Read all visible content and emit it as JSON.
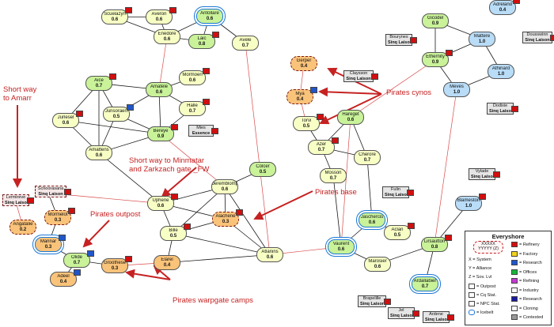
{
  "systems": [
    {
      "id": "scuelazyn",
      "name": "Scuelazyn",
      "sec": "0.6",
      "cls": "",
      "flag": "r"
    },
    {
      "id": "averon",
      "name": "Averon",
      "sec": "0.6",
      "cls": "",
      "flag": "r"
    },
    {
      "id": "antollare",
      "name": "Antollare",
      "sec": "0.6",
      "cls": "low icebelt",
      "flag": ""
    },
    {
      "id": "enedore",
      "name": "Enedore",
      "sec": "0.6",
      "cls": "",
      "flag": ""
    },
    {
      "id": "laic",
      "name": "Laic",
      "sec": "0.8",
      "cls": "low",
      "flag": "r"
    },
    {
      "id": "avele",
      "name": "Avele",
      "sec": "0.7",
      "cls": "",
      "flag": ""
    },
    {
      "id": "aice",
      "name": "Aice",
      "sec": "0.7",
      "cls": "low",
      "flag": "r"
    },
    {
      "id": "amatele",
      "name": "Amatele",
      "sec": "0.6",
      "cls": "low",
      "flag": ""
    },
    {
      "id": "mormoen",
      "name": "Mormoen",
      "sec": "0.6",
      "cls": "",
      "flag": "r"
    },
    {
      "id": "halle",
      "name": "Halle",
      "sec": "0.7",
      "cls": "",
      "flag": "r"
    },
    {
      "id": "junsoraert",
      "name": "Junsoraert",
      "sec": "0.5",
      "cls": "",
      "flag": "b"
    },
    {
      "id": "jurlesel",
      "name": "Jurlesel",
      "sec": "0.6",
      "cls": "",
      "flag": "r"
    },
    {
      "id": "bereye",
      "name": "Bereye",
      "sec": "0.9",
      "cls": "low",
      "flag": "r"
    },
    {
      "id": "amattens",
      "name": "Amattens",
      "sec": "0.6",
      "cls": "",
      "flag": ""
    },
    {
      "id": "colcer",
      "name": "Colcer",
      "sec": "0.5",
      "cls": "low",
      "flag": ""
    },
    {
      "id": "jeremblomp",
      "name": "Jeremblomp",
      "sec": "0.6",
      "cls": "",
      "flag": ""
    },
    {
      "id": "uphene",
      "name": "Uphene",
      "sec": "0.6",
      "cls": "",
      "flag": "r"
    },
    {
      "id": "alachene",
      "name": "Alachene",
      "sec": "0.3",
      "cls": "null dashed",
      "flag": "r"
    },
    {
      "id": "bille",
      "name": "Bille",
      "sec": "0.5",
      "cls": "",
      "flag": "r"
    },
    {
      "id": "elarel",
      "name": "Elarel",
      "sec": "0.4",
      "cls": "null",
      "flag": ""
    },
    {
      "id": "atlanins",
      "name": "Atlanins",
      "sec": "0.6",
      "cls": "",
      "flag": ""
    },
    {
      "id": "gerper",
      "name": "Gerper",
      "sec": "0.4",
      "cls": "null dashed",
      "flag": ""
    },
    {
      "id": "mya",
      "name": "Mya",
      "sec": "0.4",
      "cls": "null dashed",
      "flag": "b"
    },
    {
      "id": "torvi",
      "name": "Torvi",
      "sec": "0.5",
      "cls": "",
      "flag": "r"
    },
    {
      "id": "hareget",
      "name": "Hareget",
      "sec": "0.6",
      "cls": "low",
      "flag": ""
    },
    {
      "id": "azer",
      "name": "Azer",
      "sec": "0.7",
      "cls": "",
      "flag": "r"
    },
    {
      "id": "cherore",
      "name": "Cherore",
      "sec": "0.7",
      "cls": "",
      "flag": ""
    },
    {
      "id": "mosson",
      "name": "Mosson",
      "sec": "0.7",
      "cls": "",
      "flag": ""
    },
    {
      "id": "jaschercis",
      "name": "Jaschercis",
      "sec": "0.6",
      "cls": "low icebelt",
      "flag": ""
    },
    {
      "id": "aclan",
      "name": "Aclan",
      "sec": "0.5",
      "cls": "",
      "flag": "r"
    },
    {
      "id": "vaurent",
      "name": "Vaurent",
      "sec": "0.6",
      "cls": "low icebelt",
      "flag": ""
    },
    {
      "id": "marosier",
      "name": "Marosier",
      "sec": "0.6",
      "cls": "",
      "flag": ""
    },
    {
      "id": "gicodel",
      "name": "Gicodel",
      "sec": "0.9",
      "cls": "low",
      "flag": ""
    },
    {
      "id": "mattere",
      "name": "Mattere",
      "sec": "1.0",
      "cls": "high",
      "flag": ""
    },
    {
      "id": "ethernity",
      "name": "Ethernity",
      "sec": "0.9",
      "cls": "low",
      "flag": "r"
    },
    {
      "id": "athinard",
      "name": "Athinard",
      "sec": "1.0",
      "cls": "high",
      "flag": ""
    },
    {
      "id": "meves",
      "name": "Meves",
      "sec": "1.0",
      "cls": "high",
      "flag": ""
    },
    {
      "id": "blameston",
      "name": "Blameston",
      "sec": "1.0",
      "cls": "high",
      "flag": "r"
    },
    {
      "id": "lirsautton",
      "name": "Lirsautton",
      "sec": "0.8",
      "cls": "low",
      "flag": "r"
    },
    {
      "id": "ardallabier",
      "name": "Ardallabier",
      "sec": "0.7",
      "cls": "low icebelt",
      "flag": ""
    },
    {
      "id": "lermireve",
      "name": "Lermireve",
      "sec": "",
      "cls": "dashed",
      "flag": "r"
    },
    {
      "id": "schoorasana",
      "name": "Schoorasana",
      "sec": "",
      "cls": "dashed",
      "flag": "r"
    },
    {
      "id": "mormelot",
      "name": "Mormelot",
      "sec": "0.3",
      "cls": "null dashed",
      "flag": "r"
    },
    {
      "id": "angatalie",
      "name": "Angatalie",
      "sec": "0.2",
      "cls": "null dashed",
      "flag": ""
    },
    {
      "id": "mannar",
      "name": "Mannar",
      "sec": "0.3",
      "cls": "null icebelt",
      "flag": "b"
    },
    {
      "id": "olide",
      "name": "Olide",
      "sec": "0.7",
      "cls": "low",
      "flag": "b"
    },
    {
      "id": "groothese",
      "name": "Groothese",
      "sec": "0.3",
      "cls": "null",
      "flag": "r"
    },
    {
      "id": "adeel",
      "name": "Adeel",
      "sec": "0.4",
      "cls": "null",
      "flag": "b"
    },
    {
      "id": "adreland",
      "name": "Adreland",
      "sec": "0.4",
      "cls": "high",
      "flag": "r"
    }
  ],
  "stations": [
    {
      "id": "st-mies",
      "line1": "Mies",
      "line2": "Essence"
    },
    {
      "id": "st-claysson",
      "line1": "Claysson",
      "line2": "Sinq Laison"
    },
    {
      "id": "st-bourynes",
      "line1": "Bourynes",
      "line2": "Sinq Laison"
    },
    {
      "id": "st-dousswinn",
      "line1": "Dousswinn",
      "line2": "Sinq Laison"
    },
    {
      "id": "st-dodixie",
      "line1": "Dodixie",
      "line2": "Sinq Laison"
    },
    {
      "id": "st-vylade",
      "line1": "Vylade",
      "line2": "Sinq Laison"
    },
    {
      "id": "st-fulin",
      "line1": "Fulin",
      "line2": "Sinq Laison"
    },
    {
      "id": "st-brapelille",
      "line1": "Brapelille",
      "line2": "Sinq Laison"
    },
    {
      "id": "st-jel",
      "line1": "Jel",
      "line2": "Sinq Laison"
    },
    {
      "id": "st-ardene",
      "line1": "Ardene",
      "line2": "Sinq Laison"
    },
    {
      "id": "st-lermireve",
      "line1": "Lermireve",
      "line2": "Sinq Laison"
    },
    {
      "id": "st-schoorasana",
      "line1": "Schoorasana",
      "line2": "Sinq Laison"
    }
  ],
  "annotations": {
    "short_amarr": "Short way\nto Amarr",
    "short_minmatar": "Short way to Minmatar\nand Zarkzach gate _FW",
    "pirates_cynos": "Pirates cynos",
    "pirates_base": "Pirates base",
    "pirates_outpost": "Pirates outpost",
    "pirates_warpgate": "Pirates warpgate camps"
  },
  "legend": {
    "title": "Everyshore",
    "sample_line1": "XXXXX",
    "sample_line2": "YYYYY (Z)",
    "left": [
      "X = System",
      "Y = Alliance",
      "Z = Sov. Lvl",
      "= Outpost",
      "= Cq Stat.",
      "= NPC Stat.",
      "= Icebelt"
    ],
    "right": [
      "= Refinery",
      "= Factory",
      "= Research",
      "= Offices",
      "= Refining",
      "= Industry",
      "= Research",
      "= Cloning",
      "= Contested"
    ],
    "colors": {
      "refinery": "#d10f0f",
      "factory": "#f2d31b",
      "research": "#2156c9",
      "offices": "#17b53a",
      "refining": "#c43ad1",
      "industry": "#ffffff",
      "research2": "#1a1a9a",
      "cloning": "#ffffff",
      "contested": "#999999"
    }
  },
  "colors": {
    "lowsec_border": "#2a2a2a",
    "connection": "#1a1a1a",
    "region_gate": "#d94b4b",
    "annotation": "#c62222"
  }
}
